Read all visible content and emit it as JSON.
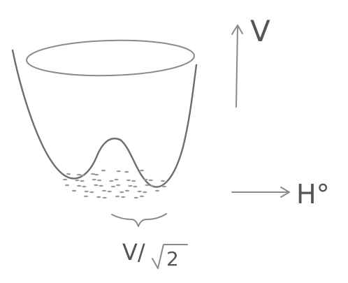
{
  "labels": {
    "vertical_axis": "V",
    "horizontal_axis": "H°",
    "separation_top": "V/",
    "separation_root": "2"
  },
  "colors": {
    "background": "#ffffff",
    "pencil": "#6d6d6d",
    "pencil_light": "#8a8a8a",
    "shading": "#9a9a9a"
  }
}
